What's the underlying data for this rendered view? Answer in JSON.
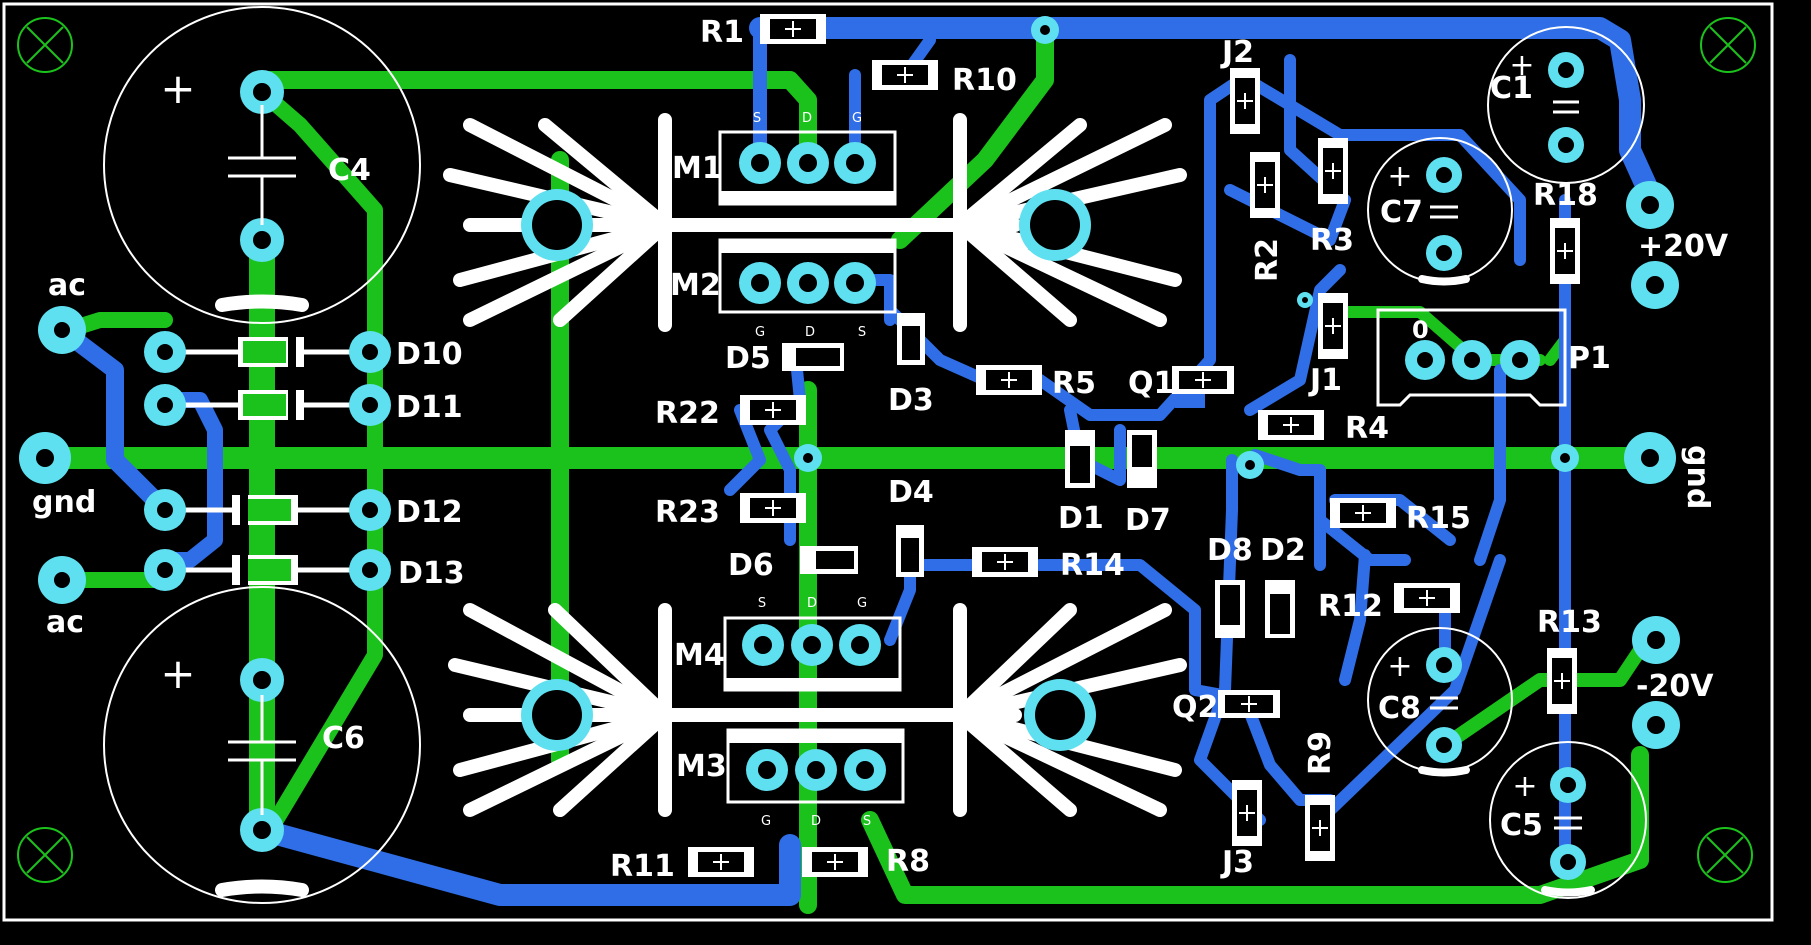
{
  "board": {
    "colors": {
      "background": "#000000",
      "top_copper": "#1cc21c",
      "bottom_copper": "#2f6ee6",
      "pad": "#5ee0f0",
      "silkscreen": "#ffffff",
      "mounting_hole": "#1cc21c"
    }
  },
  "connectors": {
    "ac_top": "ac",
    "gnd_left": "gnd",
    "ac_bottom": "ac",
    "plus20v": "+20V",
    "gnd_right": "gnd",
    "minus20v": "-20V"
  },
  "capacitors": {
    "c1": "C1",
    "c4": "C4",
    "c5": "C5",
    "c6": "C6",
    "c7": "C7",
    "c8": "C8",
    "plus_sign": "+"
  },
  "mosfets": {
    "m1": "M1",
    "m2": "M2",
    "m3": "M3",
    "m4": "M4",
    "pin_s": "S",
    "pin_d": "D",
    "pin_g": "G"
  },
  "resistors": {
    "r1": "R1",
    "r2": "R2",
    "r3": "R3",
    "r4": "R4",
    "r5": "R5",
    "r8": "R8",
    "r9": "R9",
    "r10": "R10",
    "r11": "R11",
    "r12": "R12",
    "r13": "R13",
    "r14": "R14",
    "r15": "R15",
    "r18": "R18",
    "r22": "R22",
    "r23": "R23"
  },
  "diodes": {
    "d1": "D1",
    "d2": "D2",
    "d3": "D3",
    "d4": "D4",
    "d5": "D5",
    "d6": "D6",
    "d7": "D7",
    "d8": "D8",
    "d10": "D10",
    "d11": "D11",
    "d12": "D12",
    "d13": "D13"
  },
  "transistors": {
    "q1": "Q1",
    "q2": "Q2"
  },
  "jumpers": {
    "j1": "J1",
    "j2": "J2",
    "j3": "J3"
  },
  "header": {
    "p1": "P1",
    "pin1_mark": "0"
  },
  "icons": [
    "mounting-hole-icon",
    "heatsink-icon",
    "resistor-icon",
    "diode-icon",
    "capacitor-icon"
  ]
}
